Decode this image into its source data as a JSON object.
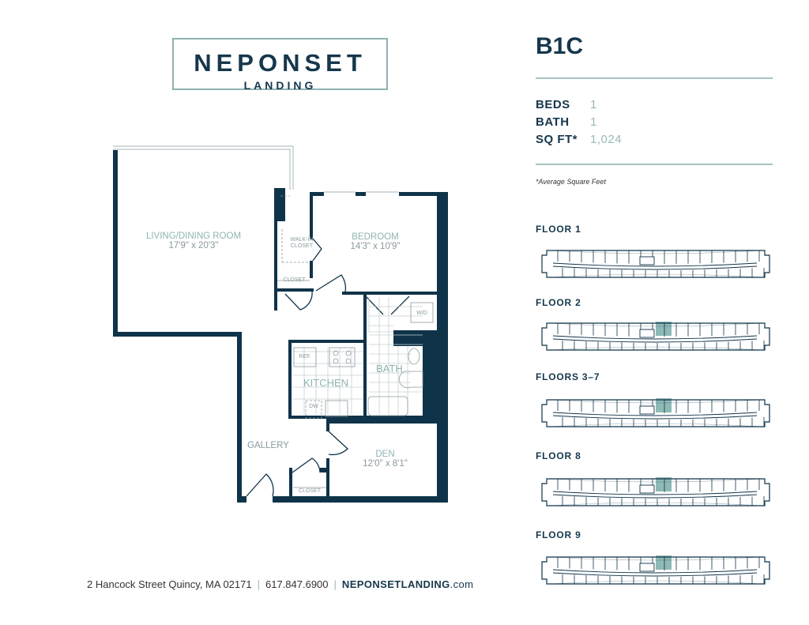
{
  "logo": {
    "line1": "NEPONSET",
    "line2": "LANDING"
  },
  "unit": {
    "name": "B1C",
    "specs": [
      {
        "label": "BEDS",
        "value": "1"
      },
      {
        "label": "BATH",
        "value": "1"
      },
      {
        "label": "SQ FT*",
        "value": "1,024"
      }
    ],
    "note": "*Average Square Feet"
  },
  "plan": {
    "rooms": [
      {
        "name": "LIVING/DINING ROOM",
        "dims": "17'9\" x 20'3\""
      },
      {
        "name": "BEDROOM",
        "dims": "14'3\" x 10'9\""
      },
      {
        "name": "DEN",
        "dims": "12'0\" x 8'1\""
      }
    ],
    "labels": {
      "gallery": "GALLERY",
      "kitchen": "KITCHEN",
      "bath": "BATH",
      "walkin": "WALK-IN CLOSET",
      "closet1": "CLOSET",
      "closet2": "CLOSET",
      "ref": "REF.",
      "dw": "DW",
      "wd": "W/D"
    }
  },
  "floors": [
    {
      "label": "FLOOR 1",
      "highlighted": false
    },
    {
      "label": "FLOOR 2",
      "highlighted": true
    },
    {
      "label": "FLOORS 3–7",
      "highlighted": true
    },
    {
      "label": "FLOOR 8",
      "highlighted": true
    },
    {
      "label": "FLOOR 9",
      "highlighted": true
    }
  ],
  "colors": {
    "wall": "#0f3349",
    "accent": "#8fb3b2",
    "highlight": "#8fb9b5"
  },
  "footer": {
    "address": "2 Hancock Street Quincy, MA 02171",
    "phone": "617.847.6900",
    "site_bold": "NEPONSETLANDING",
    "site_suffix": ".com"
  }
}
